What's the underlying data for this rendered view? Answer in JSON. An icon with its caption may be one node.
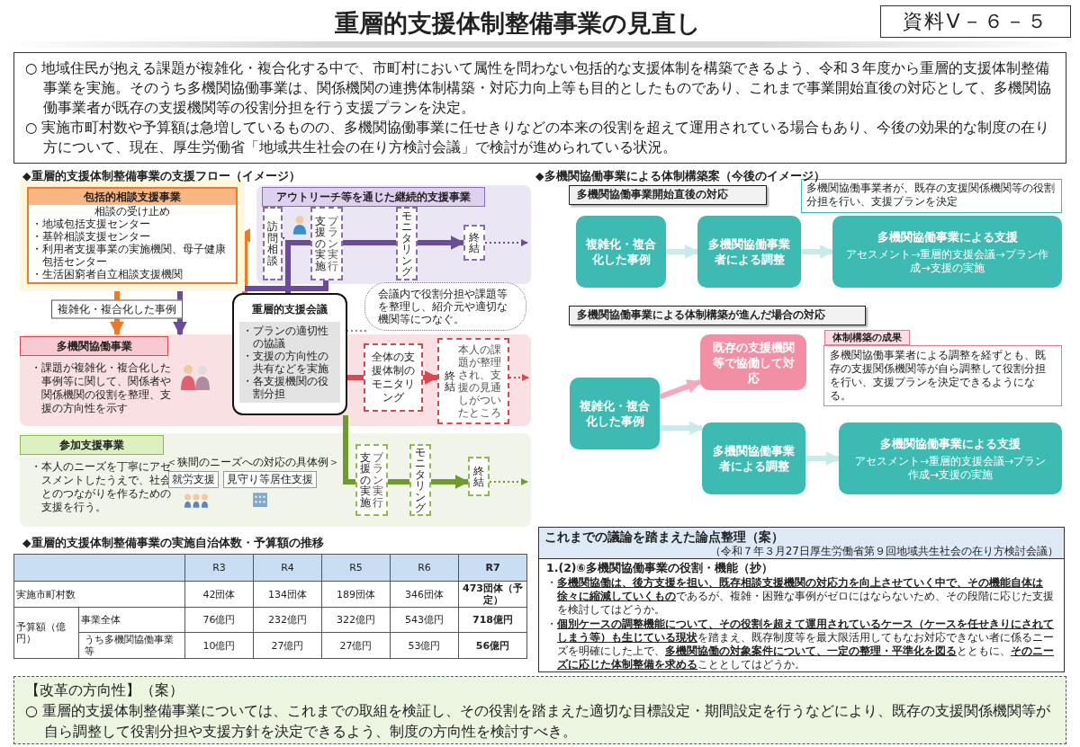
{
  "diagram": {
    "title": "重層的支援体制整備事業の見直し",
    "nodes": [
      {
        "text": [
          "資料Ⅴ－６－５"
        ]
      },
      {
        "text": [
          "○ 地域住民が抱える課題が複雑化・複合化する中で、市町村において属性を問わない包括的な支援体制を構築できるよう、令和３年度から重層的支援体制整備事業を実施。そのうち多機関協働事業は、関係機関の連携体制構築・対応力向上等も目的としたものであり、これまで事業開始直後の対応として、多機関協働事業者が既存の支援機関等の役割分担を行う支援プランを決定。",
          "○ 実施市町村数や予算額は急増しているものの、多機関協働事業に任せきりなどの本来の役割を超えて運用されている場合もあり、今後の効果的な制度の在り方について、現在、厚生労働省「地域共生社会の在り方検討会議」で検討が進められている状況。"
        ]
      },
      {
        "text": [
          "包括的相談支援事業",
          "相談の受け止め",
          "・地域包括支援センター",
          "・基幹相談支援センター",
          "・利用者支援事業の実施機関、母子健康包括センター",
          "・生活困窮者自立相談支援機関"
        ]
      },
      {
        "text": [
          "アウトリーチ等を通じた継続的支援事業"
        ]
      },
      {
        "text": [
          "訪問・相談"
        ],
        "in": 3
      },
      {
        "text": [
          "支援の実施",
          "プラン実行"
        ],
        "in": 3
      },
      {
        "text": [
          "モニタリング"
        ],
        "in": 3
      },
      {
        "text": [
          "終結"
        ],
        "in": 3
      },
      {
        "text": [
          "重層的支援会議",
          "・プランの適切性の協議",
          "・支援の方向性の共有などを実施",
          "・各支援機関の役割分担"
        ]
      },
      {
        "text": [
          "会議内で役割分担や課題等を整理し、紹介元や適切な機関等につなぐ。"
        ]
      },
      {
        "text": [
          "多機関協働事業",
          "・課題が複雑化・複合化した事例等に関して、関係者や関係機関の役割を整理、支援の方向性を示す"
        ]
      },
      {
        "text": [
          "全体の支援体制のモニタリング"
        ],
        "in": 10
      },
      {
        "text": [
          "終結",
          "本人の課題が整理され、支援の見通しがついたところ"
        ],
        "in": 10
      },
      {
        "text": [
          "参加支援事業",
          "・本人のニーズを丁寧にアセスメントしたうえで、社会とのつながりを作るための支援を行う。"
        ]
      },
      {
        "text": [
          "支援の実施",
          "プラン実行"
        ],
        "in": 13
      },
      {
        "text": [
          "モニタリング"
        ],
        "in": 13
      },
      {
        "text": [
          "終結"
        ],
        "in": 13
      },
      {
        "text": [
          "多機関協働事業開始直後の対応"
        ]
      },
      {
        "text": [
          "多機関協働事業者が、既存の支援関係機関等の役割分担を行い、支援プランを決定"
        ]
      },
      {
        "text": [
          "複雑化・複合化した事例"
        ]
      },
      {
        "text": [
          "多機関協働事業者による調整"
        ]
      },
      {
        "text": [
          "多機関協働事業による支援",
          "アセスメント→重層的支援会議→プラン作成→支援の実施"
        ]
      },
      {
        "text": [
          "多機関協働事業による体制構築が進んだ場合の対応"
        ]
      },
      {
        "text": [
          "体制構築の成果",
          "多機関協働事業者による調整を経ずとも、既存の支援関係機関等が自ら調整して役割分担を行い、支援プランを決定できるようになる。"
        ]
      },
      {
        "text": [
          "既存の支援機関等で協働して対応"
        ]
      },
      {
        "text": [
          "複雑化・複合化した事例"
        ]
      },
      {
        "text": [
          "多機関協働事業者による調整"
        ]
      },
      {
        "text": [
          "多機関協働事業による支援",
          "アセスメント→重層的支援会議→プラン作成→支援の実施"
        ]
      },
      {
        "text": [
          "これまでの議論を踏まえた論点整理（案）",
          "（令和７年３月27日厚生労働省第９回地域共生社会の在り方検討会議）",
          "1.(2)⑥多機関協働事業の役割・機能（抄）",
          "・**多機関協働は、後方支援を担い、既存相談支援機関の対応力を向上させていく中で、その機能自体は徐々に縮減していくもの**であるが、複雑・困難な事例がゼロにはならないため、その段階に応じた支援を検討してはどうか。",
          "・**個別ケースの調整機能について、その役割を超えて運用されているケース（ケースを任せきりにされてしまう等）も生じている現状**を踏まえ、既存制度等を最大限活用してもなお対応できない者に係るニーズを明確にした上で、**多機関協働の対象案件について、一定の整理・平準化を図る**とともに、**そのニーズに応じた体制整備を求める**こととしてはどうか。"
        ]
      },
      {
        "text": [
          "【改革の方向性】（案）",
          "○ 重層的支援体制整備事業については、これまでの取組を検証し、その役割を踏まえた適切な目標設定・期間設定を行うなどにより、既存の支援関係機関等が自ら調整して役割分担や支援方針を決定できるよう、制度の方向性を検討すべき。"
        ]
      }
    ],
    "edges": [
      {
        "from": 2,
        "to": 10,
        "arrow": "to",
        "label": "複雑化・複合化した事例",
        "color": "#ef7a21"
      },
      {
        "from": 8,
        "to": 2,
        "arrow": "to",
        "color": "#ef7a21"
      },
      {
        "from": 8,
        "to": 5,
        "arrow": "none",
        "color": "#6b4c9a"
      },
      {
        "from": 5,
        "to": 6,
        "arrow": "none",
        "color": "#6b4c9a"
      },
      {
        "from": 6,
        "to": 7,
        "arrow": "to",
        "color": "#6b4c9a"
      },
      {
        "from": 7,
        "to": null,
        "arrow": "to",
        "style": "dashed",
        "color": "#6b4c9a"
      },
      {
        "from": 5,
        "to": 10,
        "arrow": "to",
        "color": "#6b4c9a"
      },
      {
        "from": 8,
        "to": 11,
        "arrow": "none",
        "color": "#d9474f"
      },
      {
        "from": 11,
        "to": 12,
        "arrow": "to",
        "color": "#d9474f"
      },
      {
        "from": 12,
        "to": null,
        "arrow": "to",
        "style": "dashed",
        "color": "#d9474f"
      },
      {
        "from": 8,
        "to": 14,
        "arrow": "none",
        "color": "#6f9a2e"
      },
      {
        "from": 14,
        "to": 15,
        "arrow": "none",
        "color": "#6f9a2e"
      },
      {
        "from": 15,
        "to": 16,
        "arrow": "to",
        "color": "#6f9a2e"
      },
      {
        "from": 16,
        "to": null,
        "arrow": "to",
        "style": "dashed",
        "color": "#6f9a2e"
      },
      {
        "from": 9,
        "to": 8,
        "arrow": "none",
        "style": "dashed",
        "color": "#888888"
      },
      {
        "from": 19,
        "to": 20,
        "arrow": "to",
        "color": "#c6ebe8"
      },
      {
        "from": 20,
        "to": 21,
        "arrow": "to",
        "color": "#c6ebe8"
      },
      {
        "from": 25,
        "to": 24,
        "arrow": "to",
        "color": "#f5a9bb"
      },
      {
        "from": 25,
        "to": 26,
        "arrow": "to",
        "color": "#c6ebe8"
      },
      {
        "from": 26,
        "to": 27,
        "arrow": "to",
        "color": "#c6ebe8"
      }
    ],
    "labels": [
      "◆重層的支援体制整備事業の支援フロー（イメージ）",
      "＜狭間のニーズへの対応の具体例＞",
      "就労支援",
      "見守り等居住支援",
      "◆多機関協働事業による体制構築案（今後のイメージ）",
      "◆重層的支援体制整備事業の実施自治体数・予算額の推移",
      "R3",
      "R4",
      "R5",
      "R6",
      "R7",
      "実施市町村数",
      "42団体",
      "134団体",
      "189団体",
      "346団体",
      "473団体（予定）",
      "予算額（億円）",
      "事業全体",
      "76億円",
      "232億円",
      "322億円",
      "543億円",
      "718億円",
      "うち多機関協働事業等",
      "10億円",
      "27億円",
      "27億円",
      "53億円",
      "56億円"
    ]
  }
}
